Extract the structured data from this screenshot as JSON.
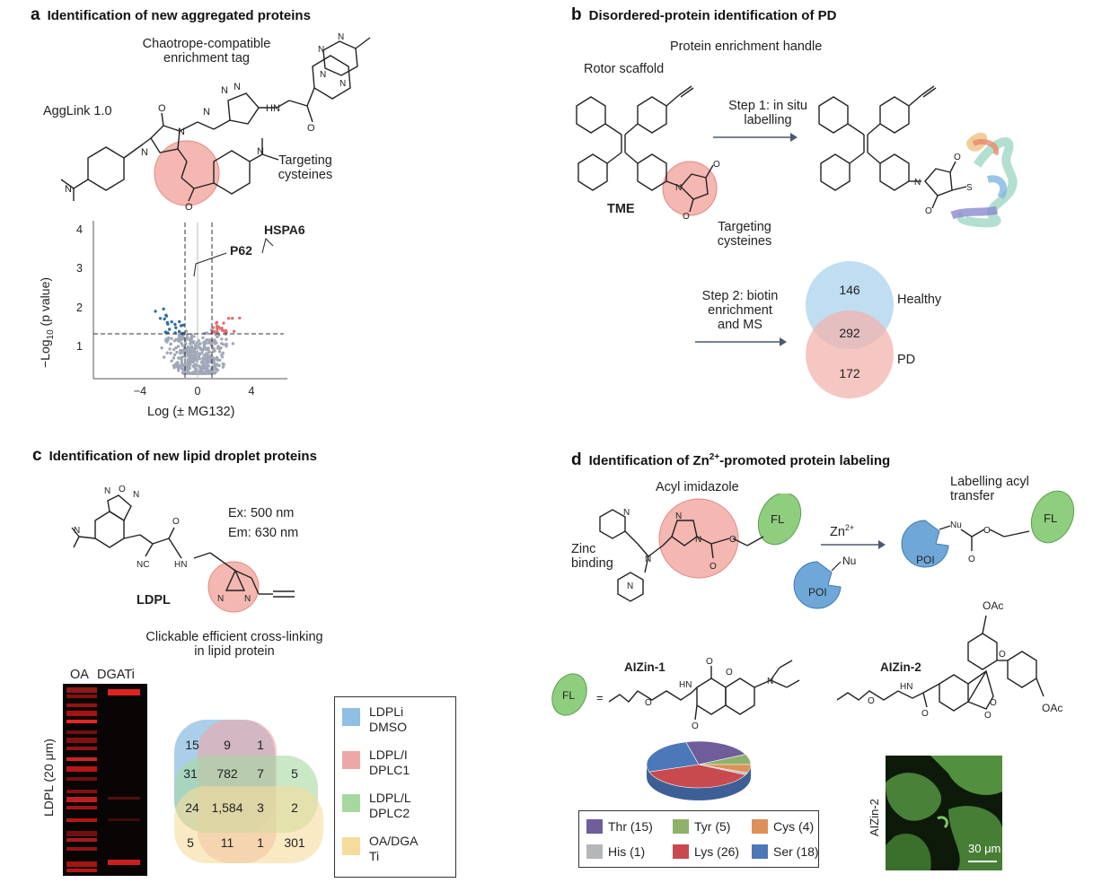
{
  "panel_a": {
    "letter": "a",
    "title": "Identification of new aggregated proteins",
    "compound": "AggLink 1.0",
    "tag_label": "Chaotrope-compatible enrichment tag",
    "tag_line1": "Chaotrope-compatible",
    "tag_line2": "enrichment tag",
    "targeting_line1": "Targeting",
    "targeting_line2": "cysteines",
    "volcano": {
      "ylabel": "−Log10 (p value)",
      "ylabel_main": "−Log",
      "ylabel_sub": "10",
      "ylabel_rest": " (p value)",
      "xlabel": "Log (± MG132)",
      "yticks": [
        "1",
        "2",
        "3",
        "4"
      ],
      "xticks": [
        "−4",
        "0",
        "4"
      ],
      "callout_1": "HSPA6",
      "callout_2": "P62"
    }
  },
  "panel_b": {
    "letter": "b",
    "title": "Disordered-protein identification of PD",
    "handle_label": "Protein enrichment handle",
    "rotor_label": "Rotor scaffold",
    "compound": "TME",
    "step1_line1": "Step 1: in situ",
    "step1_line2": "labelling",
    "targeting_line1": "Targeting",
    "targeting_line2": "cysteines",
    "step2_line1": "Step 2: biotin",
    "step2_line2": "enrichment",
    "step2_line3": "and MS",
    "venn": {
      "healthy_only": "146",
      "overlap": "292",
      "pd_only": "172",
      "label_healthy": "Healthy",
      "label_pd": "PD",
      "color_healthy": "#b9d9ef",
      "color_pd": "#f2b3ad"
    }
  },
  "panel_c": {
    "letter": "c",
    "title": "Identification of new lipid droplet proteins",
    "compound": "LDPL",
    "ex": "Ex: 500 nm",
    "em": "Em: 630 nm",
    "caption_line1": "Clickable efficient cross-linking",
    "caption_line2": "in lipid protein",
    "gel_lane1": "OA",
    "gel_lane2": "DGATi",
    "gel_ylabel": "LDPL (20 μm)",
    "venn4": {
      "n1": "15",
      "n2": "9",
      "n3": "1",
      "n4": "31",
      "n5": "782",
      "n6": "7",
      "n7": "5",
      "n8": "24",
      "n9": "1,584",
      "n10": "3",
      "n11": "2",
      "n12": "5",
      "n13": "11",
      "n14": "1",
      "n15": "301"
    },
    "legend": [
      {
        "line1": "LDPLi",
        "line2": "DMSO",
        "color": "#8fbfe3"
      },
      {
        "line1": "LDPL/I",
        "line2": "DPLC1",
        "color": "#eea7a7"
      },
      {
        "line1": "LDPL/L",
        "line2": "DPLC2",
        "color": "#a6d8a0"
      },
      {
        "line1": "OA/DGA",
        "line2": "Ti",
        "color": "#f5dc9c"
      }
    ]
  },
  "panel_d": {
    "letter": "d",
    "title_pre": "Identification of Zn",
    "title_sup": "2+",
    "title_post": "-promoted protein labeling",
    "acyl_label": "Acyl imidazole",
    "zinc_line1": "Zinc",
    "zinc_line2": "binding",
    "fl": "FL",
    "zn_pre": "Zn",
    "zn_sup": "2+",
    "nu": "Nu",
    "poi": "POI",
    "transfer_line1": "Labelling acyl",
    "transfer_line2": "transfer",
    "compound_1": "AIZin-1",
    "compound_2": "AIZin-2",
    "oac": "OAc",
    "micro_label": "AIZin-2",
    "scale_bar": "30 μm",
    "chart_data": {
      "type": "pie",
      "categories": [
        "Thr (15)",
        "Tyr (5)",
        "Cys (4)",
        "His (1)",
        "Lys (26)",
        "Ser (18)"
      ],
      "values": [
        15,
        5,
        4,
        1,
        26,
        18
      ],
      "colors": [
        "#6f5d9a",
        "#8fb16a",
        "#dd9058",
        "#b4b6b8",
        "#c84a4f",
        "#4a78b8"
      ],
      "legend_placement": "bottom"
    }
  }
}
